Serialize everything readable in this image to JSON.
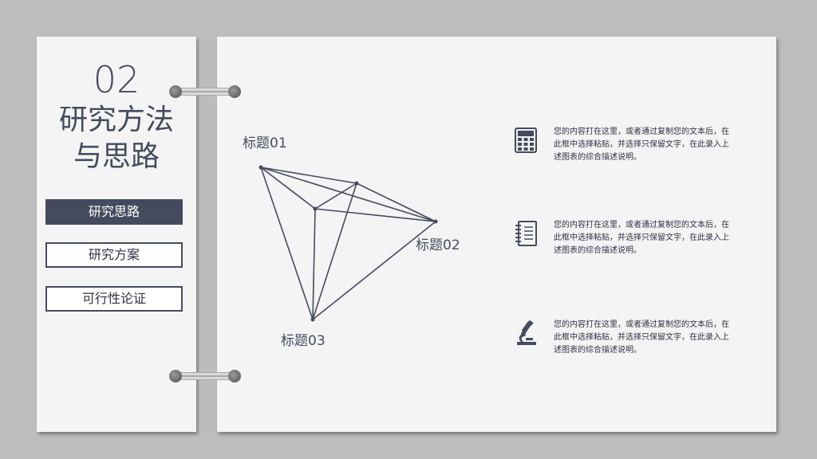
{
  "left_panel": {
    "section_number": "02",
    "title_line1": "研究方法",
    "title_line2": "与思路",
    "menu": [
      {
        "label": "研究思路",
        "active": true
      },
      {
        "label": "研究方案",
        "active": false
      },
      {
        "label": "可行性论证",
        "active": false
      }
    ]
  },
  "diagram": {
    "labels": [
      "标题01",
      "标题02",
      "标题03"
    ]
  },
  "items": [
    {
      "icon": "calculator-icon",
      "text": "您的内容打在这里，或者通过复制您的文本后，在此框中选择粘贴，并选择只保留文字，在此录入上述图表的综合描述说明。"
    },
    {
      "icon": "notebook-icon",
      "text": "您的内容打在这里，或者通过复制您的文本后，在此框中选择粘贴，并选择只保留文字，在此录入上述图表的综合描述说明。"
    },
    {
      "icon": "microscope-icon",
      "text": "您的内容打在这里，或者通过复制您的文本后，在此框中选择粘贴，并选择只保留文字，在此录入上述图表的综合描述说明。"
    }
  ],
  "colors": {
    "primary": "#454b5e",
    "panel": "#f4f4f4",
    "background": "#bdbdbd"
  }
}
